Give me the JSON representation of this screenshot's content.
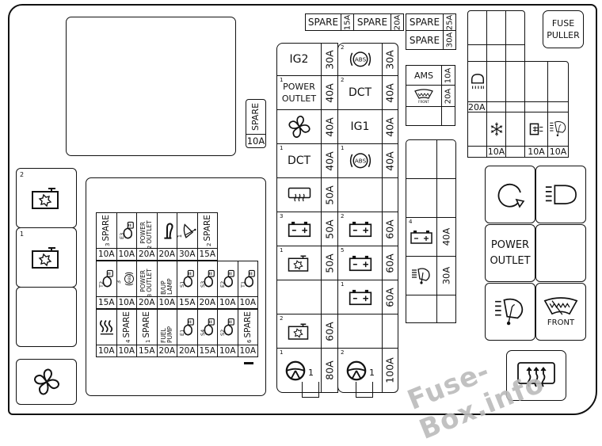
{
  "diagram": {
    "title": "Fuse box layout",
    "fuse_puller_label": [
      "FUSE",
      "PULLER"
    ],
    "watermark": "Fuse-Box.info"
  },
  "top_spares": [
    {
      "label": "SPARE",
      "amp": "15A"
    },
    {
      "label": "SPARE",
      "amp": "20A"
    },
    {
      "label": "SPARE",
      "amp": "25A"
    },
    {
      "label": "SPARE",
      "amp": "30A"
    }
  ],
  "left_spare": {
    "label": "SPARE",
    "amp": "10A"
  },
  "main_block": {
    "left_col": [
      {
        "label": "IG2",
        "sup": "",
        "amp": "30A",
        "icon": "text"
      },
      {
        "label": "POWER OUTLET",
        "sup": "1",
        "amp": "40A",
        "icon": "text"
      },
      {
        "label": "",
        "sup": "",
        "amp": "40A",
        "icon": "fan-icon"
      },
      {
        "label": "DCT",
        "sup": "1",
        "amp": "40A",
        "icon": "text"
      },
      {
        "label": "",
        "sup": "",
        "amp": "50A",
        "icon": "rear-defroster-icon"
      },
      {
        "label": "",
        "sup": "3",
        "amp": "50A",
        "icon": "battery-icon"
      },
      {
        "label": "",
        "sup": "1",
        "amp": "50A",
        "icon": "engine-icon"
      },
      {
        "label": "",
        "sup": "",
        "amp": "",
        "icon": "empty"
      },
      {
        "label": "",
        "sup": "2",
        "amp": "60A",
        "icon": "engine-icon"
      },
      {
        "label": "1",
        "sup": "1",
        "amp": "80A",
        "icon": "steering-wheel-icon"
      }
    ],
    "right_col": [
      {
        "label": "ABS",
        "sup": "2",
        "amp": "30A",
        "icon": "abs-icon"
      },
      {
        "label": "DCT",
        "sup": "2",
        "amp": "40A",
        "icon": "text"
      },
      {
        "label": "IG1",
        "sup": "",
        "amp": "40A",
        "icon": "text"
      },
      {
        "label": "ABS",
        "sup": "1",
        "amp": "40A",
        "icon": "abs-icon"
      },
      {
        "label": "",
        "sup": "",
        "amp": "",
        "icon": "empty"
      },
      {
        "label": "",
        "sup": "2",
        "amp": "60A",
        "icon": "battery-icon"
      },
      {
        "label": "",
        "sup": "5",
        "amp": "60A",
        "icon": "battery-icon"
      },
      {
        "label": "",
        "sup": "1",
        "amp": "60A",
        "icon": "battery-icon"
      },
      {
        "label": "",
        "sup": "",
        "amp": "",
        "icon": "empty"
      },
      {
        "label": "1",
        "sup": "2",
        "amp": "100A",
        "icon": "steering-wheel-icon"
      }
    ]
  },
  "ams_block": [
    {
      "label": "AMS",
      "amp": "10A"
    },
    {
      "label": "FRONT",
      "amp": "20A",
      "icon": "front-wiper-icon"
    },
    {
      "label": "",
      "amp": ""
    }
  ],
  "mid_right_block": [
    {
      "sup": "",
      "amp": "",
      "icon": "empty"
    },
    {
      "sup": "",
      "amp": "",
      "icon": "empty"
    },
    {
      "sup": "4",
      "amp": "40A",
      "icon": "battery-icon"
    },
    {
      "sup": "",
      "amp": "30A",
      "icon": "rear-wiper-icon"
    },
    {
      "sup": "",
      "amp": "",
      "icon": "empty"
    }
  ],
  "top_right_block": {
    "row1_amps": [
      "20A",
      "",
      "",
      "",
      ""
    ],
    "row1_icons": [
      "room-lamp-icon",
      "",
      "",
      "",
      ""
    ],
    "row2_amps": [
      "",
      "10A",
      "",
      "10A",
      "10A"
    ],
    "row2_icons": [
      "",
      "ac-icon",
      "",
      "heated-mirror-icon",
      "rear-wiper-icon"
    ]
  },
  "relays_right": [
    {
      "label": "",
      "icon": "rotation-icon"
    },
    {
      "label": "",
      "icon": "headlamp-icon"
    },
    {
      "label": "POWER OUTLET",
      "icon": "text"
    },
    {
      "label": "",
      "icon": "empty"
    },
    {
      "label": "",
      "icon": "rear-wiper-icon"
    },
    {
      "label": "FRONT",
      "icon": "front-wiper-icon"
    }
  ],
  "relays_left": [
    {
      "sup": "2",
      "icon": "engine-icon"
    },
    {
      "sup": "1",
      "icon": "engine-icon"
    },
    {
      "sup": "",
      "icon": "empty"
    },
    {
      "sup": "",
      "icon": "fan-icon"
    }
  ],
  "rear_defroster_relay": {
    "icon": "rear-defroster-icon"
  },
  "mini_block": {
    "row1": [
      {
        "label": "SPARE",
        "sup": "3",
        "amp": "10A"
      },
      {
        "label": "E3",
        "sup": "",
        "amp": "10A",
        "icon": "sensor-icon"
      },
      {
        "label": "POWER OUTLET",
        "sup": "2",
        "amp": "20A"
      },
      {
        "label": "",
        "sup": "",
        "amp": "20A",
        "icon": "horn-icon"
      },
      {
        "label": "",
        "sup": "1",
        "amp": "30A",
        "icon": "wiper-icon"
      },
      {
        "label": "SPARE",
        "sup": "2",
        "amp": "15A"
      }
    ],
    "row2": [
      {
        "label": "T2",
        "sup": "",
        "amp": "15A",
        "icon": "sensor-icon"
      },
      {
        "label": "ABS",
        "sup": "3",
        "amp": "10A",
        "icon": "abs-icon"
      },
      {
        "label": "POWER OUTLET",
        "sup": "3",
        "amp": "20A"
      },
      {
        "label": "B/UP LAMP",
        "sup": "",
        "amp": "10A"
      },
      {
        "label": "S1",
        "sup": "",
        "amp": "15A",
        "icon": "sensor-icon"
      },
      {
        "label": "S3",
        "sup": "",
        "amp": "20A",
        "icon": "sensor-icon"
      },
      {
        "label": "E2",
        "sup": "",
        "amp": "10A",
        "icon": "sensor-icon"
      },
      {
        "label": "T1",
        "sup": "",
        "amp": "10A",
        "icon": "sensor-icon"
      }
    ],
    "row3": [
      {
        "label": "",
        "sup": "",
        "amp": "10A",
        "icon": "glow-plug-icon"
      },
      {
        "label": "SPARE",
        "sup": "4",
        "amp": "10A"
      },
      {
        "label": "SPARE",
        "sup": "1",
        "amp": "15A"
      },
      {
        "label": "FUEL PUMP",
        "sup": "",
        "amp": "20A"
      },
      {
        "label": "E1",
        "sup": "",
        "amp": "20A",
        "icon": "sensor-icon"
      },
      {
        "label": "S4",
        "sup": "",
        "amp": "15A",
        "icon": "sensor-icon"
      },
      {
        "label": "S2",
        "sup": "",
        "amp": "10A",
        "icon": "sensor-icon"
      },
      {
        "label": "SPARE",
        "sup": "6",
        "amp": "10A"
      }
    ]
  }
}
